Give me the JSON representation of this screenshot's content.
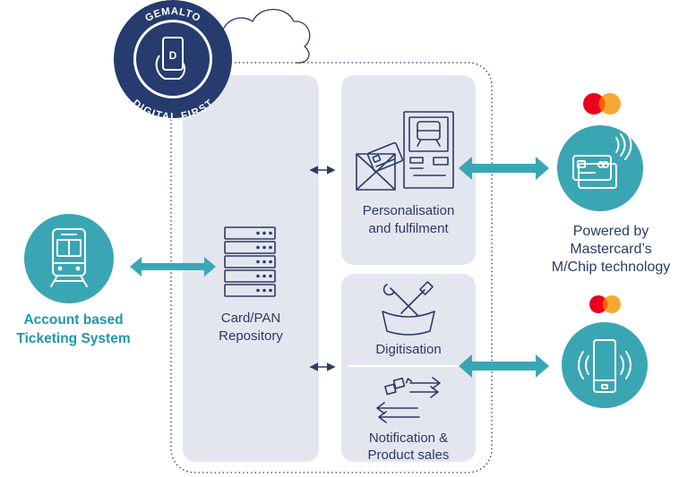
{
  "badge": {
    "top_text": "GEMALTO",
    "bottom_text": "DIGITAL FIRST",
    "color": "#263b6e"
  },
  "labels": {
    "account_line1": "Account based",
    "account_line2": "Ticketing System",
    "repository_line1": "Card/PAN",
    "repository_line2": "Repository",
    "personalisation_line1": "Personalisation",
    "personalisation_line2": "and fulfilment",
    "digitisation": "Digitisation",
    "notification_line1": "Notification &",
    "notification_line2": "Product sales",
    "powered_line1": "Powered by",
    "powered_line2": "Mastercard’s",
    "powered_line3": "M/Chip technology"
  },
  "colors": {
    "teal": "#3aa6b4",
    "navy": "#2b3a66",
    "panel": "#e4e6ef",
    "mastercard_red": "#eb001b",
    "mastercard_orange": "#f79e1b"
  },
  "icons": {
    "train": "train-icon",
    "server": "server-icon",
    "envelope": "envelope-card-icon",
    "kiosk": "kiosk-icon",
    "tools": "tools-icon",
    "transfer": "transfer-arrows-icon",
    "card": "contactless-card-icon",
    "phone": "smartphone-icon",
    "cloud": "cloud-icon"
  }
}
